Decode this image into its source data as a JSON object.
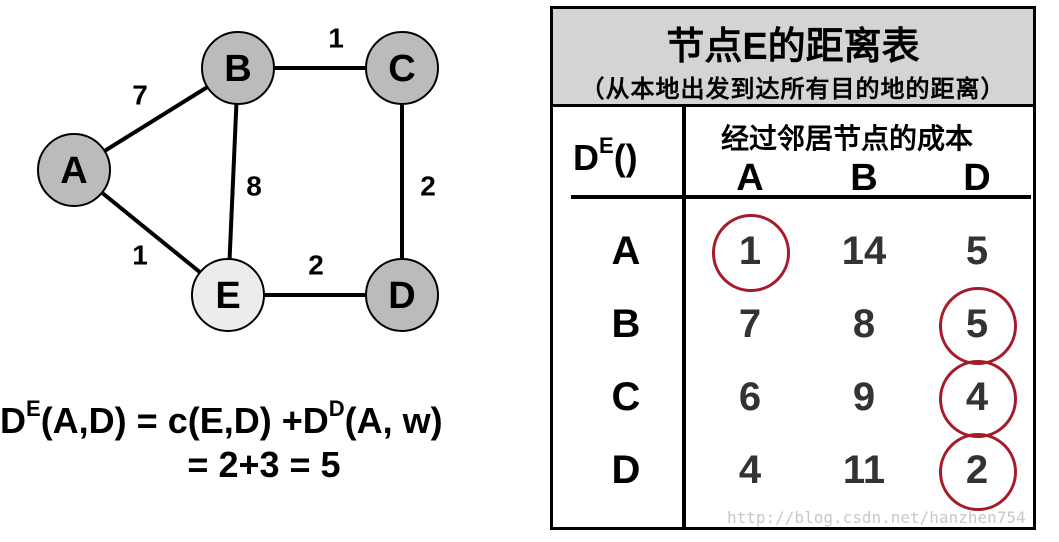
{
  "graph": {
    "nodes": [
      {
        "id": "A",
        "label": "A",
        "fill": "#bbbbbb"
      },
      {
        "id": "B",
        "label": "B",
        "fill": "#bbbbbb"
      },
      {
        "id": "C",
        "label": "C",
        "fill": "#bbbbbb"
      },
      {
        "id": "D",
        "label": "D",
        "fill": "#bbbbbb"
      },
      {
        "id": "E",
        "label": "E",
        "fill": "#ececec"
      }
    ],
    "edges": [
      {
        "from": "A",
        "to": "B",
        "weight": "7"
      },
      {
        "from": "B",
        "to": "C",
        "weight": "1"
      },
      {
        "from": "A",
        "to": "E",
        "weight": "1"
      },
      {
        "from": "B",
        "to": "E",
        "weight": "8"
      },
      {
        "from": "C",
        "to": "D",
        "weight": "2"
      },
      {
        "from": "E",
        "to": "D",
        "weight": "2"
      }
    ]
  },
  "formula": {
    "line1_d": "D",
    "line1_sup1": "E",
    "line1_mid": "(A,D) = c(E,D) +D",
    "line1_sup2": "D",
    "line1_end": "(A, w)",
    "line2": "= 2+3 = 5"
  },
  "table": {
    "title": "节点E的距离表",
    "subtitle": "（从本地出发到达所有目的地的距离）",
    "corner_d": "D",
    "corner_sup": "E",
    "corner_paren": "()",
    "cost_header": "经过邻居节点的成本",
    "columns": [
      "A",
      "B",
      "D"
    ],
    "rows": [
      {
        "dest": "A",
        "values": [
          "1",
          "14",
          "5"
        ]
      },
      {
        "dest": "B",
        "values": [
          "7",
          "8",
          "5"
        ]
      },
      {
        "dest": "C",
        "values": [
          "6",
          "9",
          "4"
        ]
      },
      {
        "dest": "D",
        "values": [
          "4",
          "11",
          "2"
        ]
      }
    ],
    "min_column_index": [
      0,
      2,
      2,
      2
    ],
    "highlight_color": "#a51b2a"
  },
  "watermark": "http://blog.csdn.net/hanzhen754"
}
